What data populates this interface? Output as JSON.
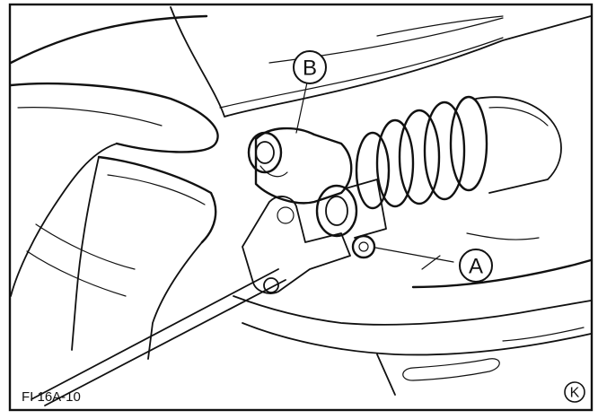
{
  "figure": {
    "code": "FI 16A-10",
    "corner_mark": "K"
  },
  "callouts": [
    {
      "id": "A",
      "label": "A"
    },
    {
      "id": "B",
      "label": "B"
    }
  ]
}
